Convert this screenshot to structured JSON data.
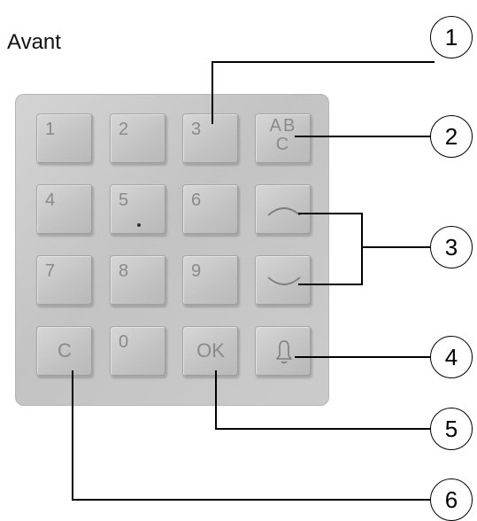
{
  "title": "Avant",
  "keys": {
    "k1": "1",
    "k2": "2",
    "k3": "3",
    "kabc": "AB\nC",
    "k4": "4",
    "k5": "5",
    "k6": "6",
    "k7": "7",
    "k8": "8",
    "k9": "9",
    "kc": "C",
    "k0": "0",
    "kok": "OK"
  },
  "icons": {
    "up": "chevron-up-icon",
    "down": "chevron-down-icon",
    "bell": "bell-icon"
  },
  "callouts": [
    "1",
    "2",
    "3",
    "4",
    "5",
    "6"
  ]
}
